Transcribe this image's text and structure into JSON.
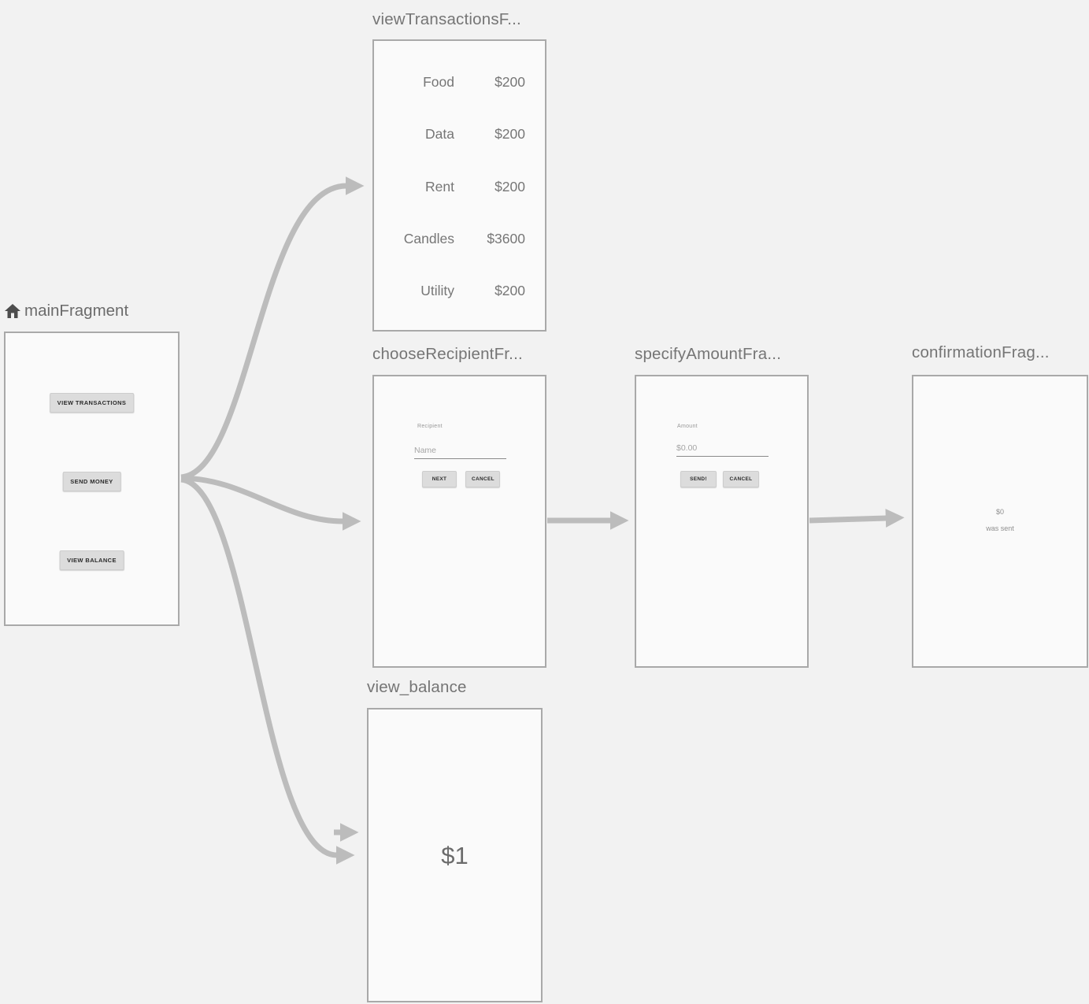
{
  "colors": {
    "background": "#f2f2f2",
    "card_bg": "#fafafa",
    "card_border": "#a9a9a9",
    "arrow": "#bcbcbc",
    "title_text": "#757575",
    "button_bg": "#dcdcdc"
  },
  "fragments": {
    "main": {
      "title": "mainFragment",
      "buttons": [
        {
          "label": "VIEW TRANSACTIONS"
        },
        {
          "label": "SEND MONEY"
        },
        {
          "label": "VIEW BALANCE"
        }
      ]
    },
    "view_transactions": {
      "title": "viewTransactionsF...",
      "transactions": [
        {
          "label": "Food",
          "amount": "$200"
        },
        {
          "label": "Data",
          "amount": "$200"
        },
        {
          "label": "Rent",
          "amount": "$200"
        },
        {
          "label": "Candles",
          "amount": "$3600"
        },
        {
          "label": "Utility",
          "amount": "$200"
        }
      ]
    },
    "choose_recipient": {
      "title": "chooseRecipientFr...",
      "field_label": "Recipient",
      "placeholder": "Name",
      "next_label": "NEXT",
      "cancel_label": "CANCEL"
    },
    "specify_amount": {
      "title": "specifyAmountFra...",
      "field_label": "Amount",
      "placeholder": "$0.00",
      "send_label": "SEND!",
      "cancel_label": "CANCEL"
    },
    "confirmation": {
      "title": "confirmationFrag...",
      "amount": "$0",
      "message": "was sent"
    },
    "view_balance": {
      "title": "view_balance",
      "balance": "$1"
    }
  }
}
